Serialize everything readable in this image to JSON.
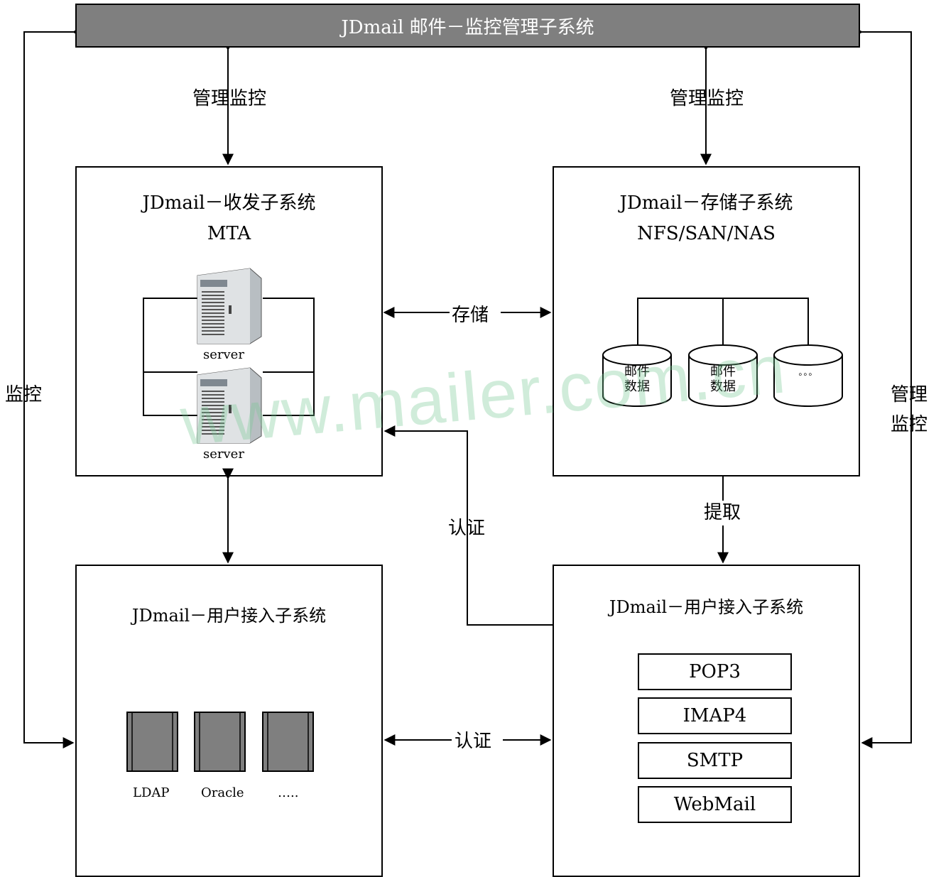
{
  "top_bar": {
    "title": "JDmail 邮件－监控管理子系统"
  },
  "edges": {
    "manage_left": "管理监控",
    "manage_right": "管理监控",
    "monitor_left": "监控",
    "manage_monitor_right_1": "管理",
    "manage_monitor_right_2": "监控",
    "storage": "存储",
    "fetch": "提取",
    "auth_upper": "认证",
    "auth_lower": "认证"
  },
  "mta_box": {
    "title": "JDmail－收发子系统",
    "subtitle": "MTA",
    "server_1": "server",
    "server_2": "server"
  },
  "storage_box": {
    "title": "JDmail－存储子系统",
    "subtitle": "NFS/SAN/NAS",
    "db_1_line1": "邮件",
    "db_1_line2": "数据",
    "db_2_line1": "邮件",
    "db_2_line2": "数据",
    "db_3": "。。。"
  },
  "auth_box": {
    "title": "JDmail－用户接入子系统",
    "item_1": "LDAP",
    "item_2": "Oracle",
    "item_3": "….."
  },
  "access_box": {
    "title": "JDmail－用户接入子系统",
    "protocols": [
      "POP3",
      "IMAP4",
      "SMTP",
      "WebMail"
    ]
  },
  "watermark": "www.mailer.com.cn",
  "colors": {
    "top_bar": "#7f7f7f",
    "watermark": "#78c896",
    "lines": "#000000"
  }
}
